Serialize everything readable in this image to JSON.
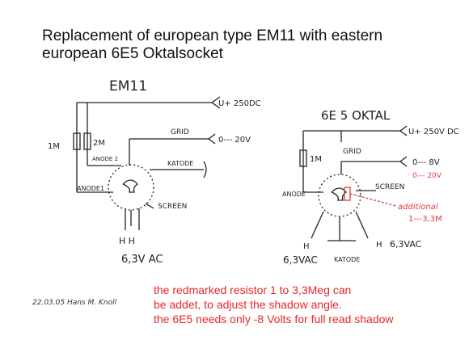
{
  "title": {
    "line1": "Replacement of european type EM11 with eastern",
    "line2": "european 6E5 Oktalsocket"
  },
  "left_circuit": {
    "tube_name": "EM11",
    "supply": "U+ 250DC",
    "grid_label": "GRID",
    "grid_voltage": "0---  20V",
    "katode_label": "KATODE",
    "anode2_label": "ANODE 2",
    "anode1_label": "ANODE1",
    "screen_label": "SCREEN",
    "res_1m": "1M",
    "res_2m": "2M",
    "heater_pins": "H  H",
    "heater_voltage": "6,3V AC"
  },
  "right_circuit": {
    "tube_name": "6E 5 OKTAL",
    "supply": "U+ 250V DC",
    "grid_label": "GRID",
    "grid_voltage_black": "0--- 8V",
    "grid_voltage_red": "0--- 20V",
    "res_1m": "1M",
    "anode_label": "ANODE",
    "screen_label": "SCREEN",
    "additional_label": "additional",
    "additional_value": "1---3,3M",
    "heater_left": "H",
    "heater_right": "H",
    "heater_voltage_left": "6,3VAC",
    "heater_voltage_right": "6,3VAC",
    "katode_label": "KATODE"
  },
  "notes": {
    "line1": "the redmarked resistor 1 to 3,3Meg can",
    "line2": "be addet,  to adjust the shadow angle.",
    "line3": "the 6E5 needs only -8 Volts for full read shadow"
  },
  "signature": "22.03.05 Hans M. Knoll",
  "colors": {
    "ink": "#222222",
    "red": "#e23b3b"
  }
}
